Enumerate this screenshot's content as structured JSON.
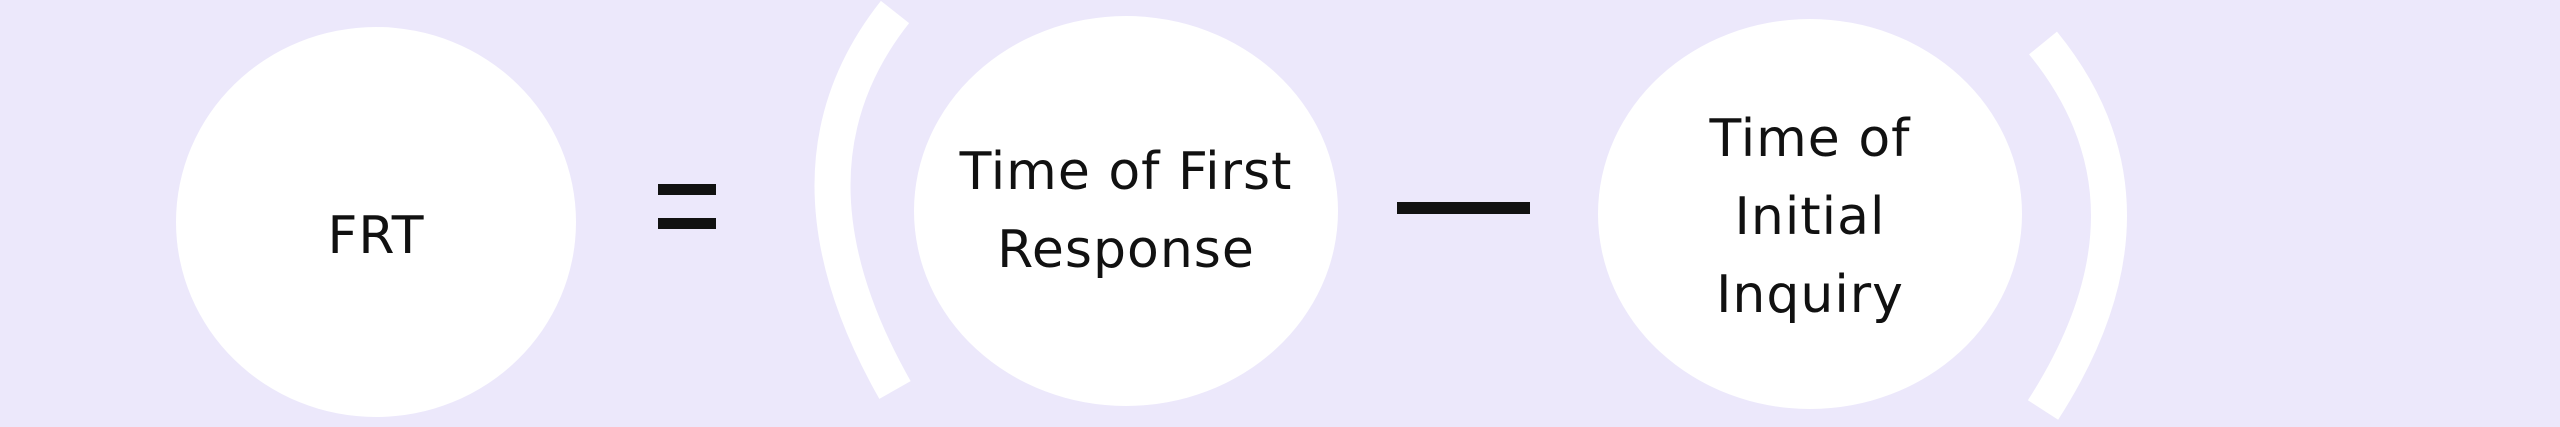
{
  "background_color": "#ece8fb",
  "bubble_color": "#ffffff",
  "text_color": "#111111",
  "formula": {
    "result": {
      "text": "FRT"
    },
    "first_response": {
      "text": "Time of First Response"
    },
    "initial_inquiry": {
      "text": "Time of Initial Inquiry"
    }
  }
}
